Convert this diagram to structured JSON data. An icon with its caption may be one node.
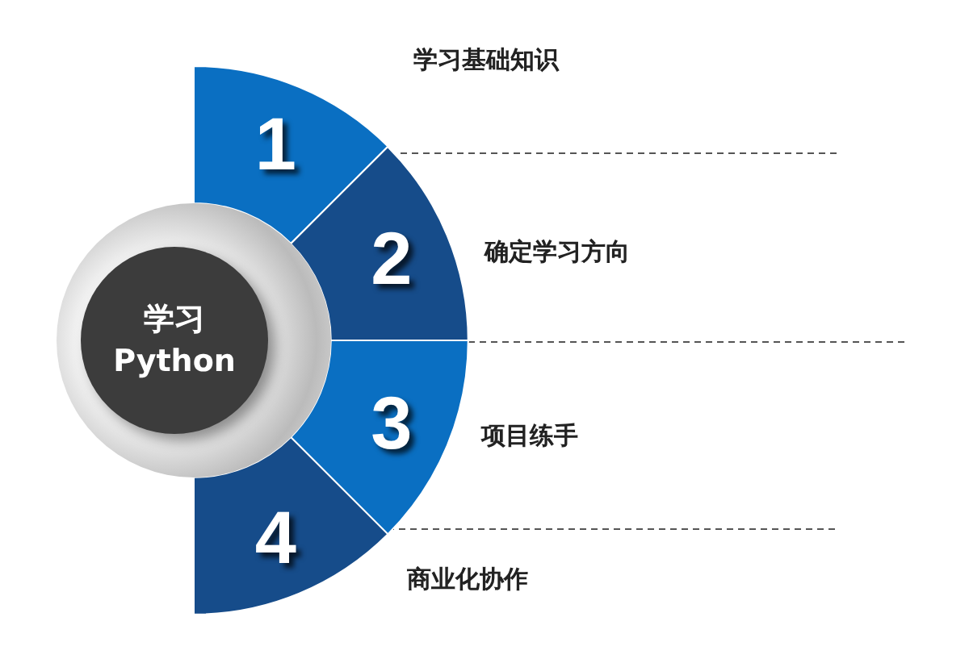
{
  "diagram": {
    "nodes": [
      {
        "text": [
          "学习 Python"
        ]
      },
      {
        "text": [
          "1"
        ],
        "beside": [
          "学习基础知识"
        ]
      },
      {
        "text": [
          "2"
        ],
        "beside": [
          "确定学习方向"
        ]
      },
      {
        "text": [
          "3"
        ],
        "beside": [
          "项目练手"
        ]
      },
      {
        "text": [
          "4"
        ],
        "beside": [
          "商业化协作"
        ]
      }
    ]
  }
}
